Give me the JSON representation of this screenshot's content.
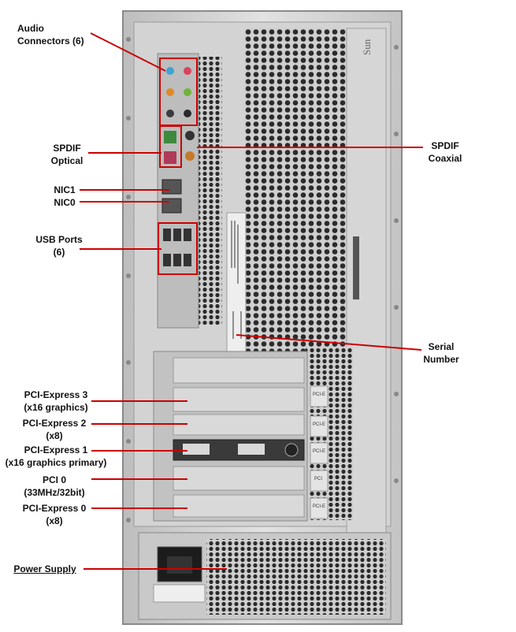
{
  "labels": {
    "audio": {
      "line1": "Audio",
      "line2": "Connectors (6)"
    },
    "spdif_optical": {
      "line1": "SPDIF",
      "line2": "Optical"
    },
    "spdif_coaxial": {
      "line1": "SPDIF",
      "line2": "Coaxial"
    },
    "nic1": "NIC1",
    "nic0": "NIC0",
    "usb": {
      "line1": "USB Ports",
      "line2": "(6)"
    },
    "serial": {
      "line1": "Serial",
      "line2": "Number"
    },
    "pcie3": {
      "line1": "PCI-Express 3",
      "line2": "(x16 graphics)"
    },
    "pcie2": {
      "line1": "PCI-Express 2",
      "line2": "(x8)"
    },
    "pcie1": {
      "line1": "PCI-Express 1",
      "line2": "(x16 graphics primary)"
    },
    "pci0": {
      "line1": "PCI 0",
      "line2": "(33MHz/32bit)"
    },
    "pcie0": {
      "line1": "PCI-Express 0",
      "line2": "(x8)"
    },
    "power": "Power Supply"
  },
  "case_labels": {
    "brand": "Sun",
    "slot_tag": "PCI-E",
    "pci_tag": "PCI"
  },
  "colors": {
    "callout": "#cc0000",
    "chassis": "#c9c9c9",
    "chassis_dark": "#8a8a8a",
    "vent_hole": "#2b2b2b"
  }
}
